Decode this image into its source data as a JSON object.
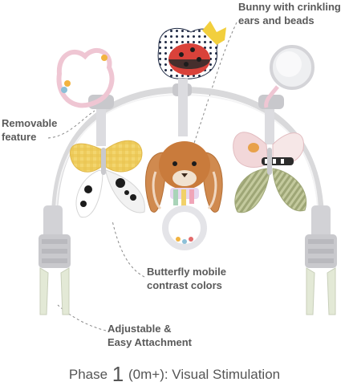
{
  "callouts": {
    "bunny": [
      "Bunny with crinkling",
      "ears and beads"
    ],
    "removable": [
      "Removable",
      "feature"
    ],
    "butterfly": [
      "Butterfly mobile",
      "contrast colors"
    ],
    "attach": [
      "Adjustable &",
      "Easy Attachment"
    ]
  },
  "caption": {
    "prefix": "Phase ",
    "phase_number": "1",
    "suffix": " (0m+): Visual Stimulation"
  },
  "colors": {
    "text": "#5a5a5a",
    "arch": "#d9d9db",
    "clip": "#cfcfd3",
    "clip_jaw": "#e8eddc",
    "butterfly_yellow": "#f1d169",
    "ladybug_red": "#d9423a",
    "bunny_orange": "#c97b3c",
    "leaf_green": "#b5bf94",
    "flower_pink": "#f0c5d4"
  }
}
